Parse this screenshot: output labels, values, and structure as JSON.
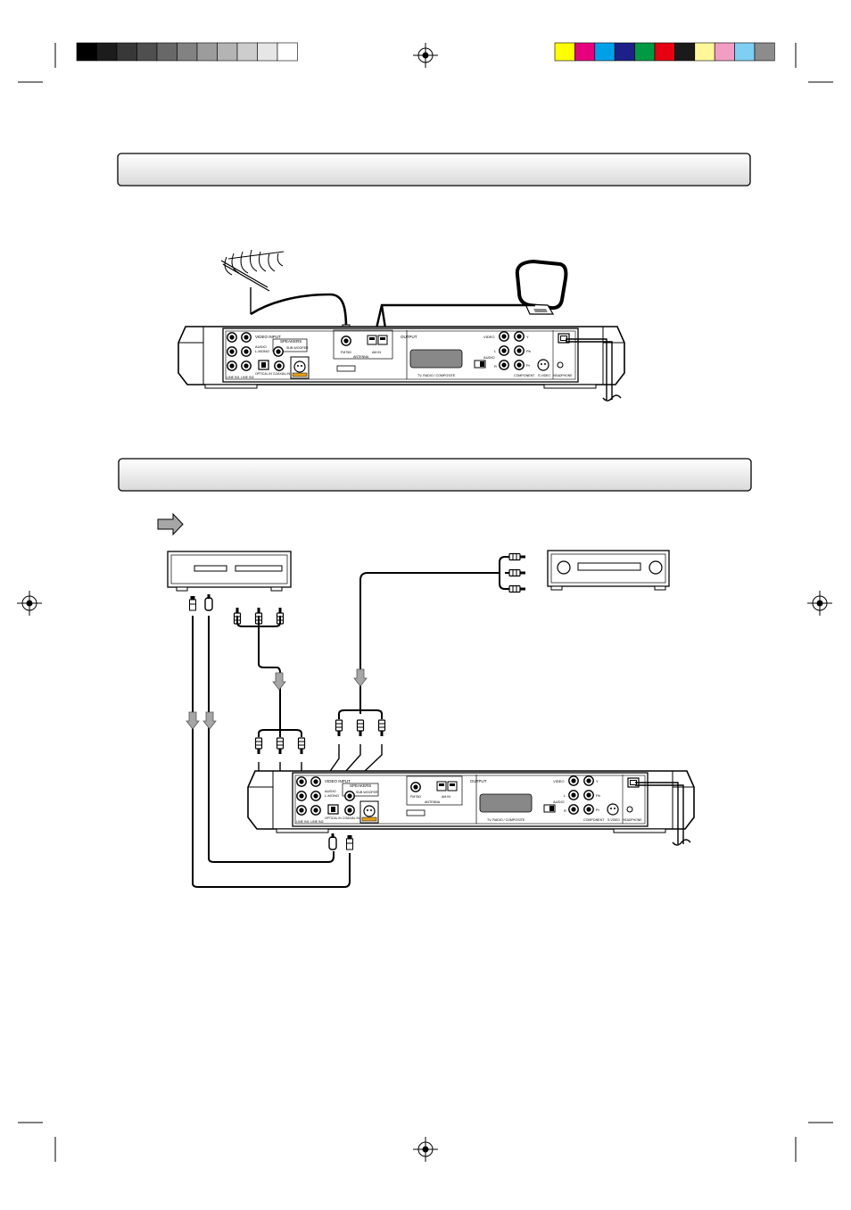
{
  "colors": {
    "gray_bar": [
      "#000000",
      "#1c1c1c",
      "#383838",
      "#4f4f4f",
      "#686868",
      "#828282",
      "#9c9c9c",
      "#b4b4b4",
      "#cdcdcd",
      "#e6e6e6",
      "#ffffff"
    ],
    "color_bar": [
      "#ffff00",
      "#e6007e",
      "#00a0e9",
      "#1d2088",
      "#009944",
      "#e60012",
      "#1a1a1a",
      "#fff799",
      "#f19ec2",
      "#7fcef4",
      "#8c8c8c"
    ],
    "header_fill_top": "#ffffff",
    "header_fill_bottom": "#d9d9d9",
    "arrow_fill": "#a6a6a6"
  },
  "panel_labels": {
    "video_input": "VIDEO INPUT",
    "audio": "AUDIO",
    "l_mono": "L-MONO",
    "speakers": "SPEAKERS",
    "sub_woofer": "SUB WOOFER",
    "line_in1": "LINE IN1",
    "line_in2": "LINE IN2",
    "optical_in": "OPTICAL IN",
    "coaxial_in": "COAXIAL IN",
    "fm75": "FM75Ω",
    "am_in": "AM IN",
    "antenna": "ANTENNA",
    "output": "OUTPUT",
    "video": "VIDEO",
    "y": "Y",
    "pb": "Pb",
    "pr": "Pr",
    "l": "L",
    "r": "R",
    "tv_radio_composite": "TV, RADIO / COMPOSITE",
    "component": "COMPONENT",
    "s_video": "S-VIDEO",
    "headphone": "HEADPHONE"
  }
}
